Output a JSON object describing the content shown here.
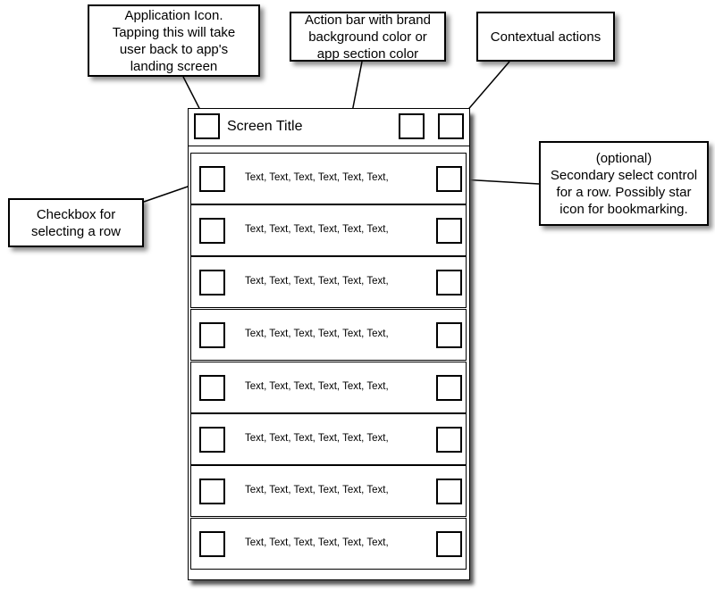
{
  "callouts": {
    "app_icon": "Application Icon.\nTapping this will take\nuser back to app's\nlanding screen",
    "action_bar": "Action bar with brand\nbackground color or\napp section color",
    "contextual_actions": "Contextual actions",
    "secondary_select": "(optional)\nSecondary select control\nfor a row. Possibly star\nicon for bookmarking.",
    "checkbox": "Checkbox for\nselecting a row"
  },
  "screen": {
    "title": "Screen Title",
    "rows": [
      {
        "text": "Text, Text, Text, Text, Text, Text,"
      },
      {
        "text": "Text, Text, Text, Text, Text, Text,"
      },
      {
        "text": "Text, Text, Text, Text, Text, Text,"
      },
      {
        "text": "Text, Text, Text, Text, Text, Text,"
      },
      {
        "text": "Text, Text, Text, Text, Text, Text,"
      },
      {
        "text": "Text, Text, Text, Text, Text, Text,"
      },
      {
        "text": "Text, Text, Text, Text, Text, Text,"
      },
      {
        "text": "Text, Text, Text, Text, Text, Text,"
      }
    ]
  }
}
